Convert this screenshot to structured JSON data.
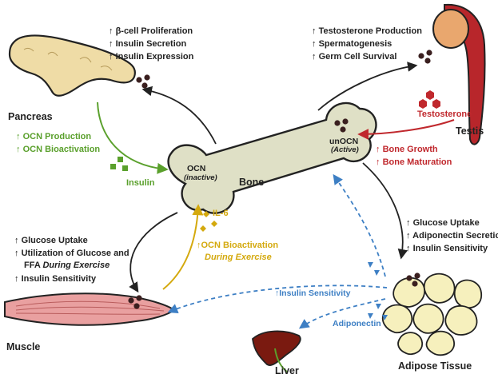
{
  "colors": {
    "green": "#5aa02c",
    "red": "#c0282d",
    "gold": "#d4a90d",
    "blue": "#3d7fc4",
    "bone": "#dfe0c6",
    "pancreas": "#efdca6",
    "muscle": "#e9a0a0",
    "adipose": "#f6f0bd",
    "testis": "#e9a76e",
    "testis_duct": "#b8262b",
    "liver": "#7a1a10"
  },
  "organs": {
    "pancreas": "Pancreas",
    "testis": "Testis",
    "bone": "Bone",
    "muscle": "Muscle",
    "liver": "Liver",
    "adipose": "Adipose Tissue"
  },
  "bone_labels": {
    "ocn": "OCN",
    "ocn_state": "(inactive)",
    "unocn": "unOCN",
    "unocn_state": "(Active)"
  },
  "pancreas_effects": [
    "β-cell Proliferation",
    "Insulin Secretion",
    "Insulin Expression"
  ],
  "testis_effects": [
    "Testosterone Production",
    "Spermatogenesis",
    "Germ Cell Survival"
  ],
  "adipose_effects": [
    "Glucose Uptake",
    "Adiponectin Secretion",
    "Insulin Sensitivity"
  ],
  "muscle_effects": {
    "line1": "Glucose Uptake",
    "line2": "Utilization of Glucose and",
    "line3_plain": "FFA ",
    "line3_italic": "During Exercise",
    "line4": "Insulin Sensitivity"
  },
  "insulin_to_bone": {
    "line1": "OCN Production",
    "line2": "OCN Bioactivation",
    "hormone": "Insulin"
  },
  "testosterone_to_bone": {
    "hormone": "Testosterone",
    "line1": "Bone Growth",
    "line2": "Bone Maturation"
  },
  "il6_to_bone": {
    "hormone": "IL-6",
    "line1": "OCN Bioactivation",
    "line2": "During Exercise"
  },
  "adiponectin_paths": {
    "insulin_sensitivity": "Insulin Sensitivity",
    "hormone": "Adiponectin"
  },
  "arrow_symbol": "↑"
}
